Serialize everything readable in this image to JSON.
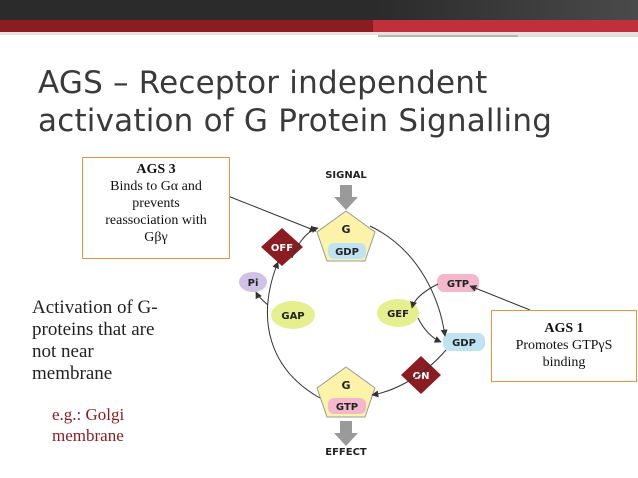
{
  "slide": {
    "title_line1": "AGS – Receptor independent",
    "title_line2": "activation of G Protein Signalling",
    "bullet_main": "Activation of G-proteins that are not near membrane",
    "bullet_main_lines": [
      "Activation of G-",
      "proteins that are",
      "not near",
      "membrane"
    ],
    "bullet_sub_lines": [
      "e.g.: Golgi",
      "membrane"
    ]
  },
  "ags3_box": {
    "heading": "AGS 3",
    "lines": [
      "Binds to Gα and",
      "prevents",
      "reassociation with",
      "Gβγ"
    ]
  },
  "ags1_box": {
    "heading": "AGS 1",
    "lines": [
      "Promotes GTPγS",
      "binding"
    ]
  },
  "diagram": {
    "signal": "SIGNAL",
    "effect": "EFFECT",
    "g_top": "G",
    "gdp_top": "GDP",
    "g_bottom": "G",
    "gtp_bottom": "GTP",
    "off": "OFF",
    "on": "ON",
    "pi": "Pi",
    "gap": "GAP",
    "gef": "GEF",
    "gtp_right": "GTP",
    "gdp_right": "GDP"
  },
  "colors": {
    "red_bar": "#8b1d22",
    "red_highlight": "#c0303a",
    "dark_bar": "#2b2b2b",
    "box_border": "#e5953a",
    "pentagon": "#fdf3a8",
    "gdp_fill": "#bfe3f2",
    "gtp_fill": "#f4b8cc",
    "gap_gef_fill": "#e6ef8d",
    "pi_fill": "#cfc2e6",
    "diamond": "#8b1d22"
  }
}
